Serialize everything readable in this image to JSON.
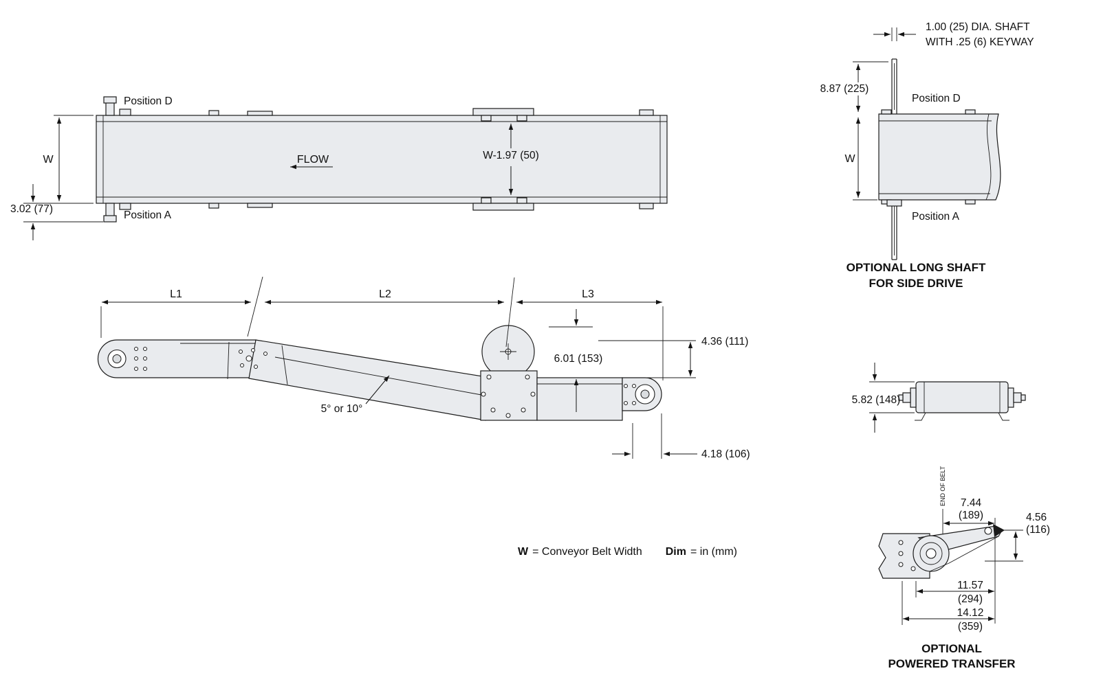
{
  "legend": {
    "w_term": "W",
    "w_def": "= Conveyor Belt Width",
    "dim_term": "Dim",
    "dim_def": "= in (mm)"
  },
  "top_view": {
    "position_d": "Position D",
    "position_a": "Position A",
    "flow_label": "FLOW",
    "width_dim": "W",
    "offset_dim": "3.02 (77)",
    "inner_width_dim": "W-1.97 (50)"
  },
  "side_drive_view": {
    "shaft_note_line1": "1.00 (25) DIA. SHAFT",
    "shaft_note_line2": "WITH .25 (6) KEYWAY",
    "shaft_length_dim": "8.87 (225)",
    "position_d": "Position D",
    "width_dim": "W",
    "position_a": "Position A",
    "caption_line1": "OPTIONAL LONG SHAFT",
    "caption_line2": "FOR SIDE DRIVE"
  },
  "incline_view": {
    "l1": "L1",
    "l2": "L2",
    "l3": "L3",
    "height_dim": "4.36 (111)",
    "transfer_height_dim": "6.01 (153)",
    "angle_label": "5° or 10°",
    "end_length_dim": "4.18 (106)"
  },
  "compact_view": {
    "height_dim": "5.82 (148)"
  },
  "powered_transfer_view": {
    "end_of_belt": "END OF BELT",
    "dim_a_value": "7.44",
    "dim_a_mm": "(189)",
    "dim_b_value": "4.56",
    "dim_b_mm": "(116)",
    "dim_c_value": "11.57",
    "dim_c_mm": "(294)",
    "dim_d_value": "14.12",
    "dim_d_mm": "(359)",
    "caption_line1": "OPTIONAL",
    "caption_line2": "POWERED TRANSFER"
  }
}
